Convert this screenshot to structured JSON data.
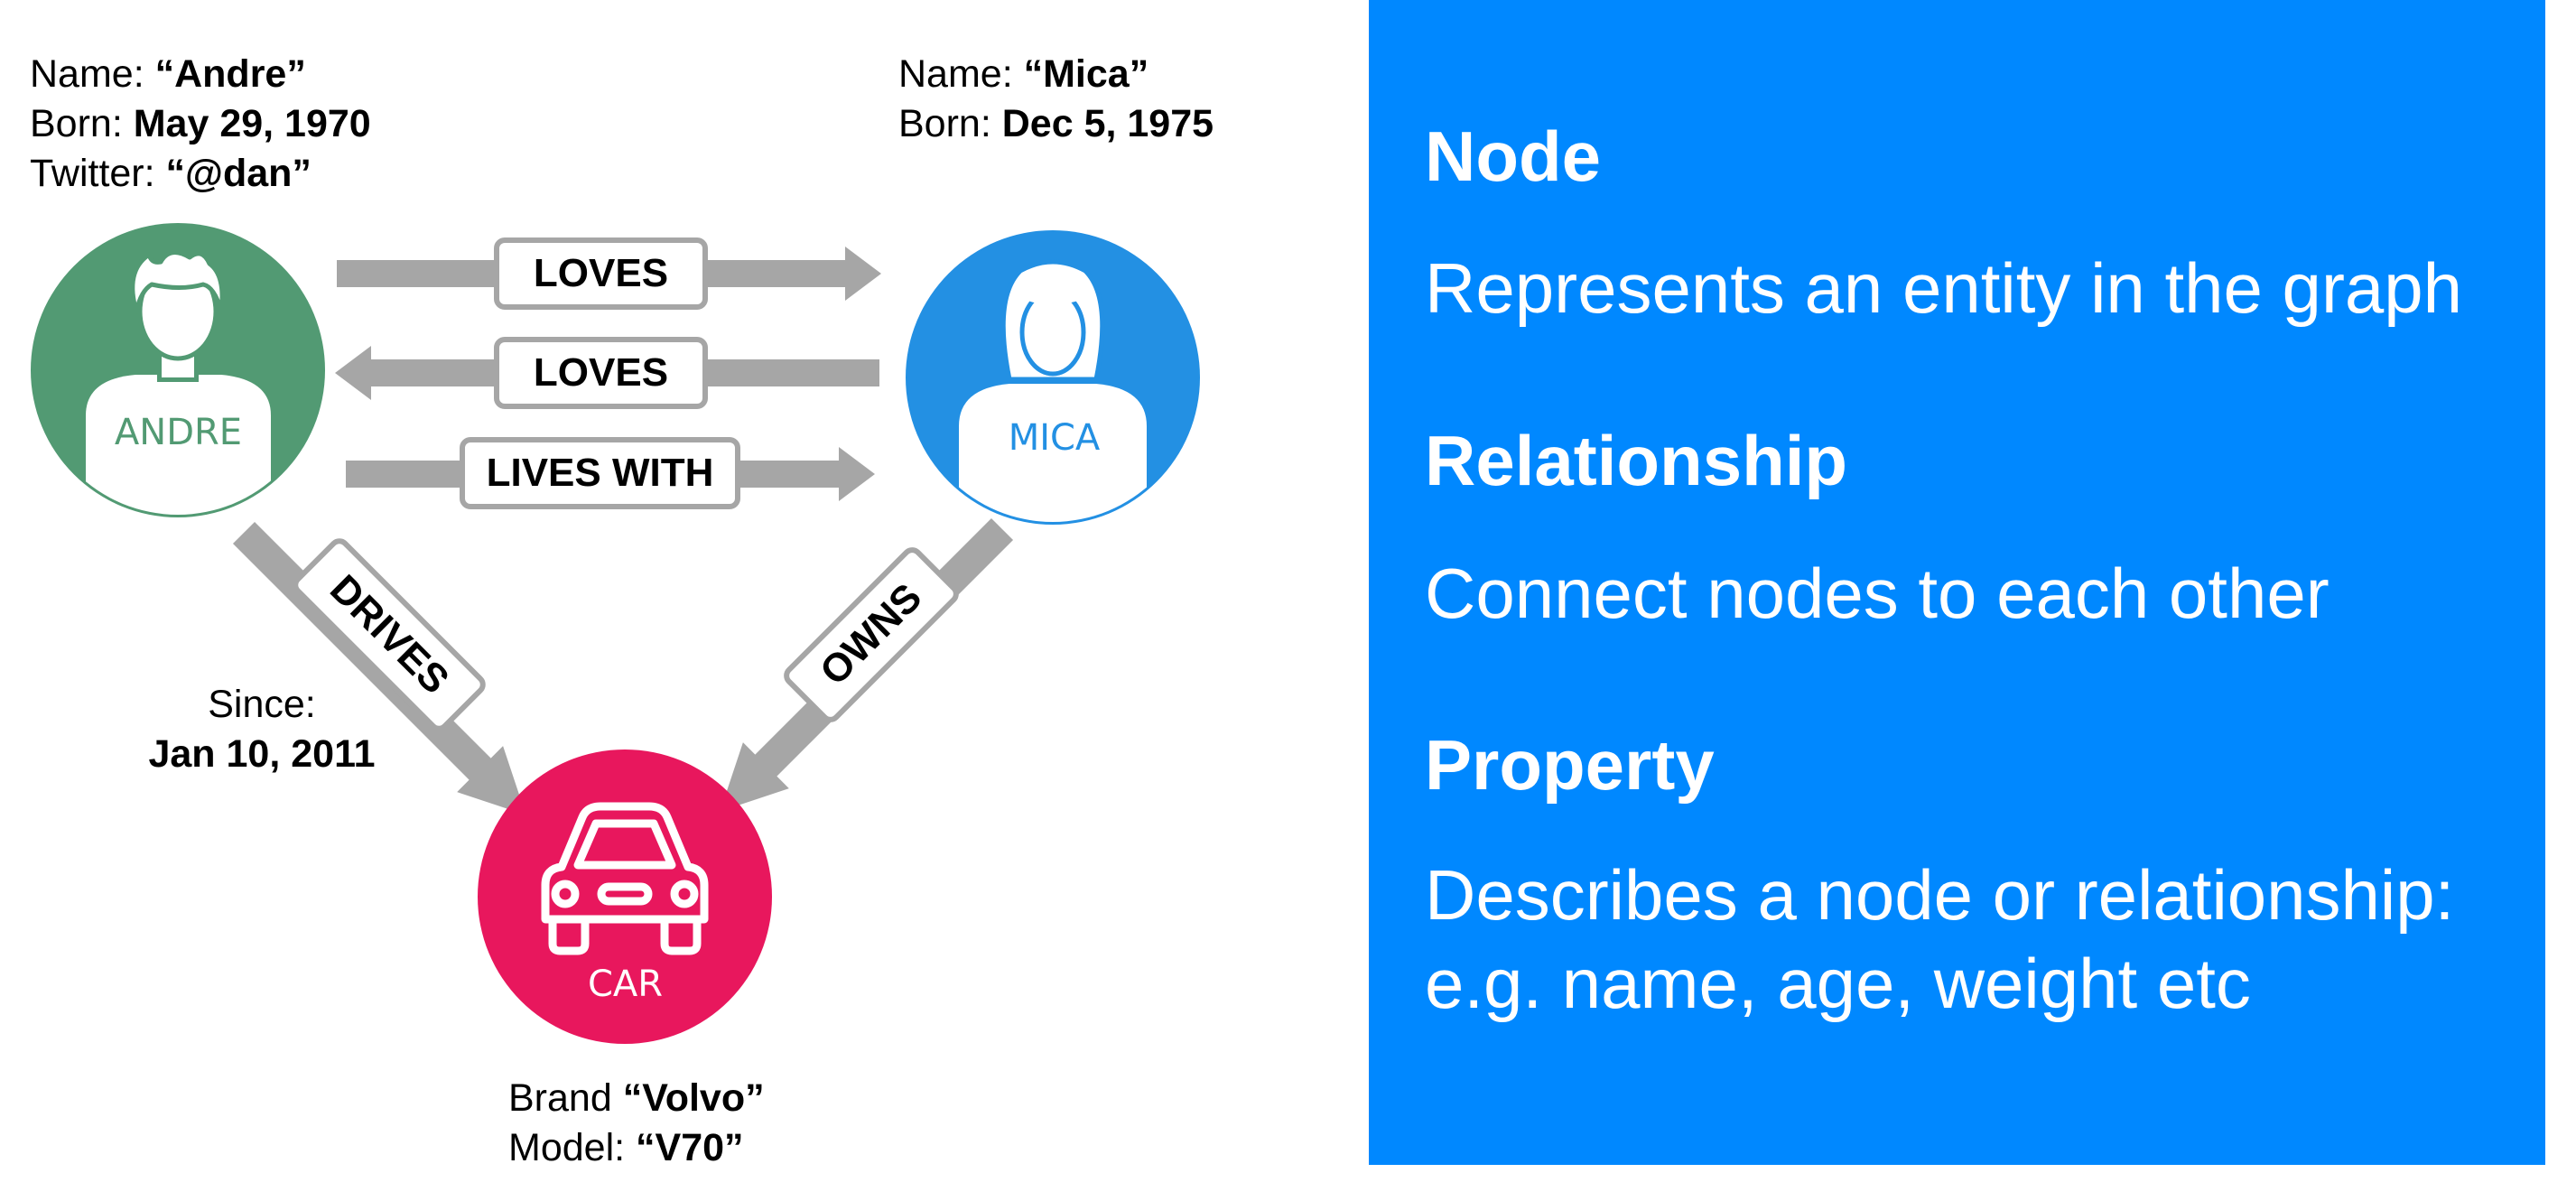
{
  "colors": {
    "andre": "#529a73",
    "mica": "#2390e3",
    "car": "#e8175d",
    "arrow": "#a6a6a6",
    "panel": "#0088ff"
  },
  "nodes": {
    "andre": {
      "label": "ANDRE",
      "icon": "male-person-icon"
    },
    "mica": {
      "label": "MICA",
      "icon": "female-person-icon"
    },
    "car": {
      "label": "CAR",
      "icon": "car-icon"
    }
  },
  "properties": {
    "andre": {
      "name_key": "Name: ",
      "name_val": "“Andre”",
      "born_key": "Born: ",
      "born_val": "May 29, 1970",
      "twitter_key": "Twitter: ",
      "twitter_val": "“@dan”"
    },
    "mica": {
      "name_key": "Name: ",
      "name_val": "“Mica”",
      "born_key": "Born: ",
      "born_val": "Dec 5, 1975"
    },
    "drives": {
      "since_key": "Since:",
      "since_val": "Jan 10, 2011"
    },
    "car": {
      "brand_key": "Brand ",
      "brand_val": "“Volvo”",
      "model_key": "Model: ",
      "model_val": "“V70”"
    }
  },
  "relationships": {
    "loves_1": "LOVES",
    "loves_2": "LOVES",
    "lives_with": "LIVES WITH",
    "drives": "DRIVES",
    "owns": "OWNS"
  },
  "legend": {
    "node_term": "Node",
    "node_desc": "Represents an entity in the graph",
    "relationship_term": "Relationship",
    "relationship_desc": "Connect nodes to each other",
    "property_term": "Property",
    "property_desc_1": "Describes a node or relationship:",
    "property_desc_2": "e.g. name, age, weight etc"
  }
}
